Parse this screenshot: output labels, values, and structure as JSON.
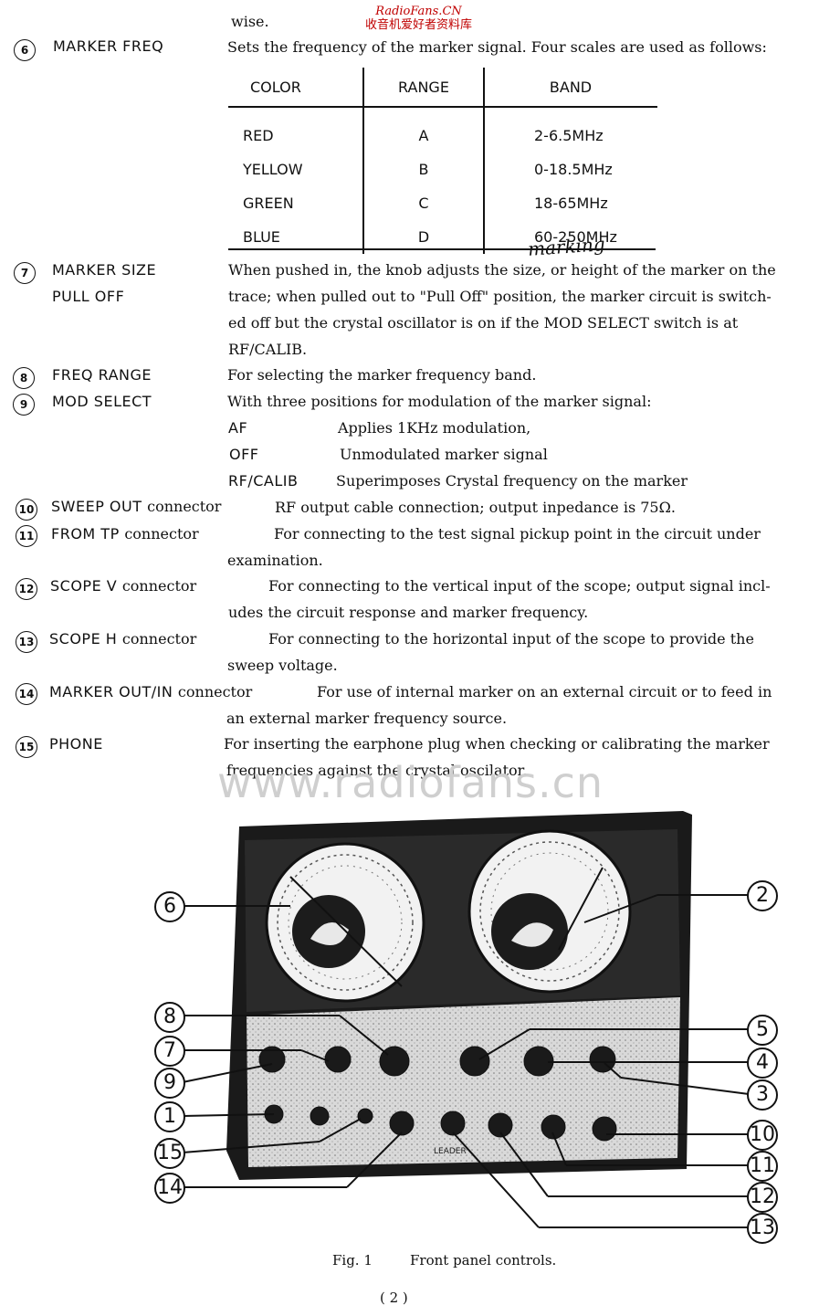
{
  "watermark_top": {
    "site": "RadioFans.CN",
    "cn": "收音机爱好者资料库"
  },
  "watermark_mid": "www.radiofans.cn",
  "intro_word": "wise.",
  "items": [
    {
      "num": "6",
      "term": "MARKER FREQ",
      "desc": [
        "Sets the frequency of the  marker signal. Four scales are used as follows:"
      ]
    },
    {
      "num": "7",
      "term": "MARKER SIZE",
      "term2": "PULL OFF",
      "desc": [
        "When pushed in, the knob adjusts the size, or height of the marker on the",
        "trace; when pulled out to \"Pull Off\" position, the marker circuit is switch-",
        "ed off but the crystal oscillator is on if the MOD SELECT  switch  is   at",
        "RF/CALIB."
      ]
    },
    {
      "num": "8",
      "term": "FREQ RANGE",
      "desc": [
        "For selecting the marker frequency band."
      ]
    },
    {
      "num": "9",
      "term": "MOD SELECT",
      "desc": [
        "With three positions for modulation of the marker signal:"
      ]
    },
    {
      "num": "10",
      "term": "SWEEP  OUT",
      "sub": "connector",
      "desc": [
        "RF output cable connection; output  inpedance is 75Ω."
      ]
    },
    {
      "num": "11",
      "term": "FROM TP",
      "sub": "connector",
      "desc": [
        "For  connecting  to the test signal pickup point   in the circuit under",
        "examination."
      ]
    },
    {
      "num": "12",
      "term": "SCOPE V",
      "sub": "connector",
      "desc": [
        "For connecting  to  the vertical input of the scope; output signal  incl-",
        "udes the circuit response and marker frequency."
      ]
    },
    {
      "num": "13",
      "term": "SCOPE H",
      "sub": "connector",
      "desc": [
        "For connecting to the horizontal input  of the scope  to   provide   the",
        "sweep voltage."
      ]
    },
    {
      "num": "14",
      "term": "MARKER OUT/IN",
      "sub": "connector",
      "desc": [
        "For use of internal marker  on an external circuit or to feed in",
        "an external marker frequency source."
      ]
    },
    {
      "num": "15",
      "term": "PHONE",
      "desc": [
        "For inserting the  earphone plug when checking or calibrating the   marker",
        "frequencies against  the crystal oscilator."
      ]
    }
  ],
  "handwritten_note": "marking",
  "mod_positions": [
    {
      "pos": "AF",
      "text": "Applies 1KHz modulation,"
    },
    {
      "pos": "OFF",
      "text": "Unmodulated marker signal"
    },
    {
      "pos": "RF/CALIB",
      "text": "Superimposes Crystal frequency on the marker"
    }
  ],
  "table": {
    "headers": [
      "COLOR",
      "RANGE",
      "BAND"
    ],
    "rows": [
      [
        "RED",
        "A",
        "2-6.5MHz"
      ],
      [
        "YELLOW",
        "B",
        "0-18.5MHz"
      ],
      [
        "GREEN",
        "C",
        "18-65MHz"
      ],
      [
        "BLUE",
        "D",
        "60-250MHz"
      ]
    ]
  },
  "figure": {
    "left_callouts": [
      "6",
      "8",
      "7",
      "9",
      "1",
      "15",
      "14"
    ],
    "right_callouts": [
      "2",
      "5",
      "4",
      "3",
      "10",
      "11",
      "12",
      "13"
    ],
    "caption_fig": "Fig. 1",
    "caption_text": "Front panel controls.",
    "panel_brand": "LEADER"
  },
  "page_number": "( 2 )"
}
